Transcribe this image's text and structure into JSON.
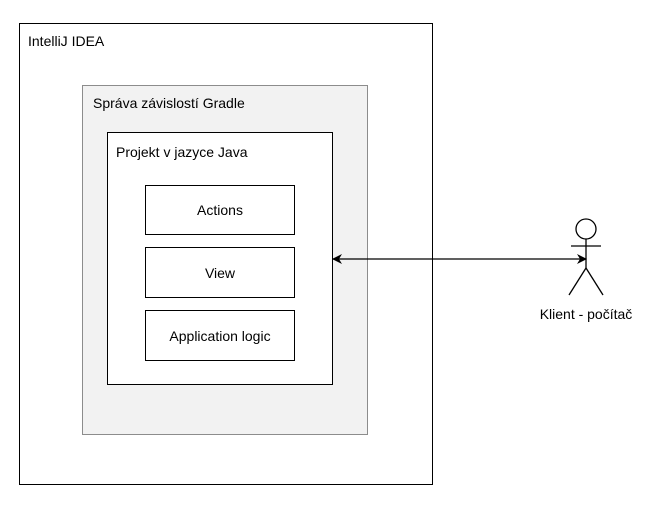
{
  "outer_frame": {
    "title": "IntelliJ IDEA"
  },
  "gradle_frame": {
    "title": "Správa závislostí Gradle",
    "fill_color": "#f2f2f2"
  },
  "java_frame": {
    "title": "Projekt v jazyce Java",
    "components": [
      "Actions",
      "View",
      "Application logic"
    ]
  },
  "actor": {
    "label": "Klient - počítač",
    "icon": "stick-figure-actor-icon"
  },
  "connector": {
    "type": "bidirectional-arrow",
    "from": "Projekt v jazyce Java",
    "to": "Klient - počítač"
  }
}
